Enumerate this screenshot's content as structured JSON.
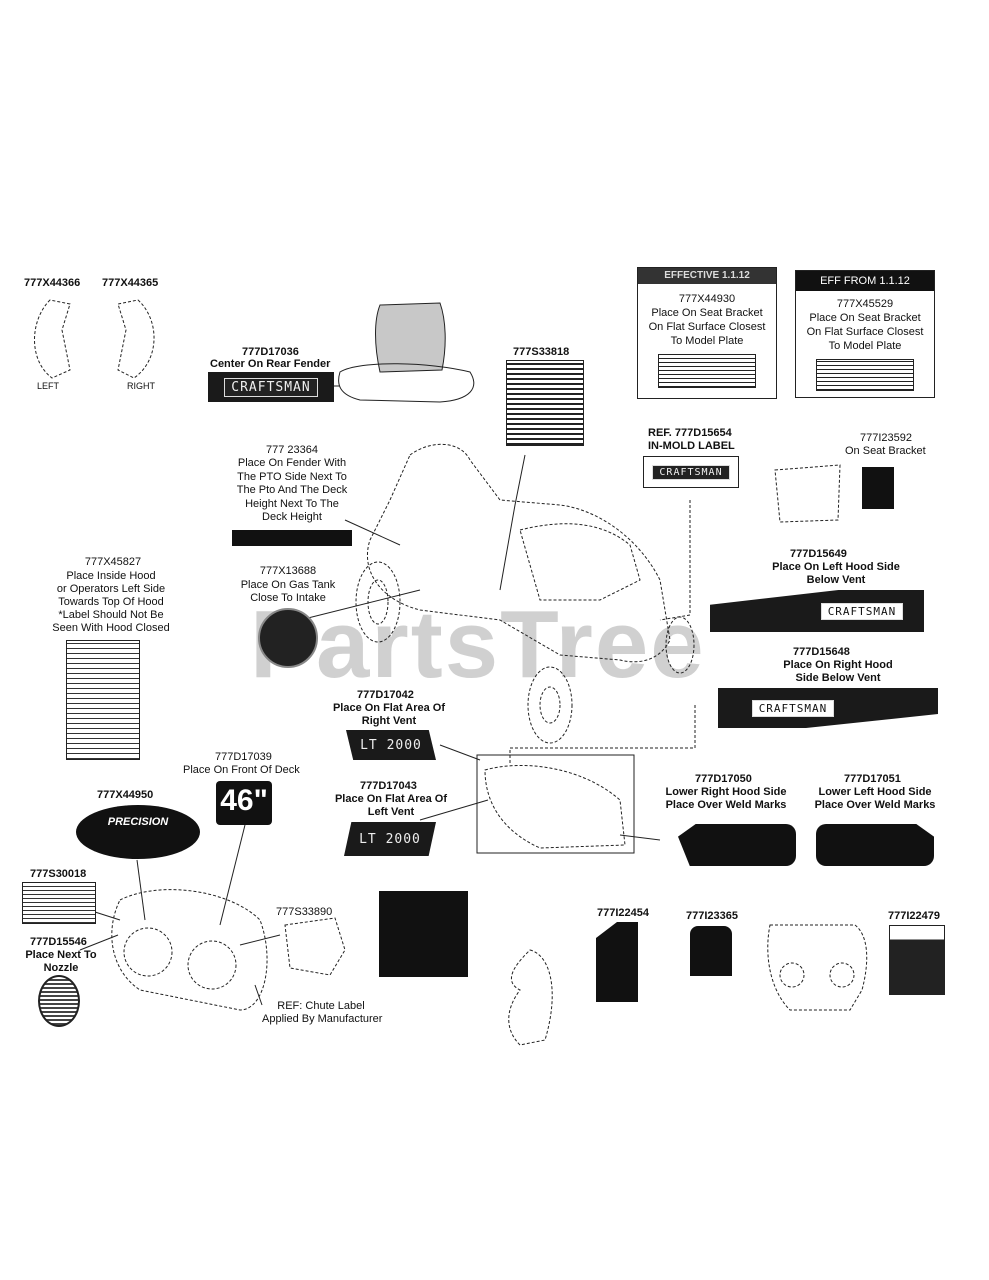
{
  "watermark": "PartsTree",
  "labels": {
    "x44366": "777X44366",
    "x44365": "777X44365",
    "left": "LEFT",
    "right": "RIGHT",
    "d17036_num": "777D17036",
    "d17036_desc": "Center On Rear Fender",
    "craftsman": "CRAFTSMAN",
    "s33818": "777S33818",
    "x44930_header": "EFFECTIVE 1.1.12",
    "x44930_num": "777X44930",
    "x44930_l1": "Place On Seat Bracket",
    "x44930_l2": "On Flat Surface Closest",
    "x44930_l3": "To Model Plate",
    "x45529_header": "EFF FROM 1.1.12",
    "x45529_num": "777X45529",
    "x45529_l1": "Place On Seat Bracket",
    "x45529_l2": "On Flat Surface Closest",
    "x45529_l3": "To Model Plate",
    "ref_d15654": "REF. 777D15654",
    "inmold": "IN-MOLD LABEL",
    "i23592_num": "777I23592",
    "i23592_desc": "On Seat Bracket",
    "x23364_num": "777 23364",
    "x23364_l1": "Place On Fender With",
    "x23364_l2": "The PTO Side Next To",
    "x23364_l3": "The Pto And The Deck",
    "x23364_l4": "Height Next To The",
    "x23364_l5": "Deck Height",
    "x13688_num": "777X13688",
    "x13688_l1": "Place On Gas Tank",
    "x13688_l2": "Close To Intake",
    "d15649_num": "777D15649",
    "d15649_l1": "Place On Left Hood Side",
    "d15649_l2": "Below Vent",
    "x45827_num": "777X45827",
    "x45827_l1": "Place Inside Hood",
    "x45827_l2": "or Operators Left Side",
    "x45827_l3": "Towards Top Of Hood",
    "x45827_l4": "*Label Should Not Be",
    "x45827_l5": "Seen With Hood Closed",
    "d15648_num": "777D15648",
    "d15648_l1": "Place On Right Hood",
    "d15648_l2": "Side Below Vent",
    "d17042_num": "777D17042",
    "d17042_l1": "Place On Flat Area Of",
    "d17042_l2": "Right Vent",
    "lt2000": "LT 2000",
    "d17039_num": "777D17039",
    "d17039_desc": "Place On Front Of Deck",
    "deck_size": "46\"",
    "d17043_num": "777D17043",
    "d17043_l1": "Place On Flat Area Of",
    "d17043_l2": "Left Vent",
    "d17050_num": "777D17050",
    "d17050_l1": "Lower Right Hood Side",
    "d17050_l2": "Place Over Weld Marks",
    "d17051_num": "777D17051",
    "d17051_l1": "Lower Left Hood Side",
    "d17051_l2": "Place Over Weld Marks",
    "x44950_num": "777X44950",
    "precision": "PRECISION",
    "s30018_num": "777S30018",
    "d15546_num": "777D15546",
    "d15546_l1": "Place Next To",
    "d15546_l2": "Nozzle",
    "s33890_num": "777S33890",
    "chute_l1": "REF: Chute Label",
    "chute_l2": "Applied By Manufacturer",
    "i22454_num": "777I22454",
    "i23365_num": "777I23365",
    "i22479_num": "777I22479"
  }
}
